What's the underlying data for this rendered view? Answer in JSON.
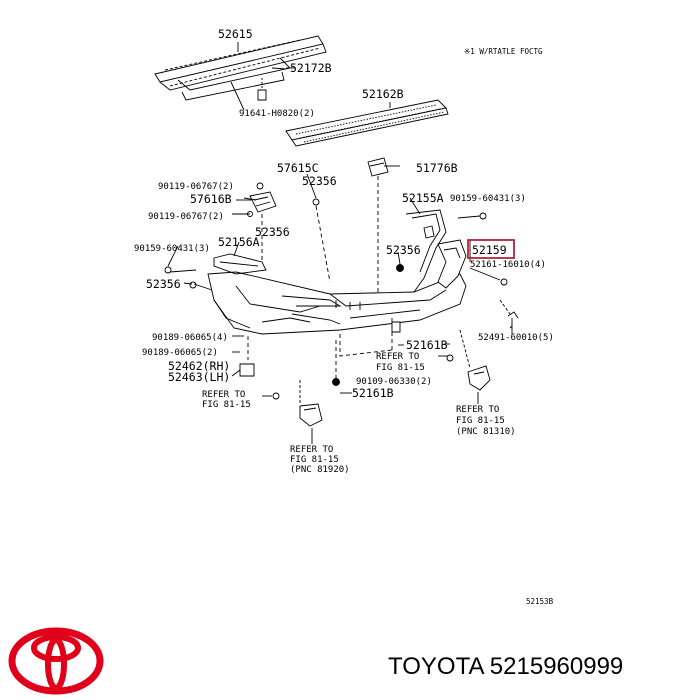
{
  "header_note": "※1 W/RTATLE FOCTG",
  "labels": {
    "l52615": "52615",
    "l52172B": "52172B",
    "l91641": "91641-H0820(2)",
    "l52162B": "52162B",
    "l57615C": "57615C",
    "l51776B": "51776B",
    "l90119a": "90119-06767(2)",
    "l52356a": "52356",
    "l57616B": "57616B",
    "l52155A": "52155A",
    "l90159b": "90159-60431(3)",
    "l90119b": "90119-06767(2)",
    "l52356b": "52356",
    "l52156A": "52156A",
    "l90159a": "90159-60431(3)",
    "l52356c": "52356",
    "l52159": "52159",
    "l52161_16010": "52161-16010(4)",
    "l52356d": "52356",
    "l52491": "52491-60010(5)",
    "l90189a": "90189-06065(4)",
    "l90189b": "90189-06065(2)",
    "l52161B_upper": "52161B",
    "l52462": "52462(RH)",
    "l52463": "52463(LH)",
    "ref_mid_1": "REFER TO",
    "ref_mid_2": "FIG 81-15",
    "l90109": "90109-06330(2)",
    "ref_left_1": "REFER TO",
    "ref_left_2": "FIG 81-15",
    "l52161B_lower": "52161B",
    "ref_right_1": "REFER TO",
    "ref_right_2": "FIG 81-15",
    "ref_right_3": "(PNC 81310)",
    "ref_bottom_1": "REFER TO",
    "ref_bottom_2": "FIG 81-15",
    "ref_bottom_3": "(PNC 81920)",
    "figure_code": "52153B"
  },
  "caption": "TOYOTA 5215960999",
  "colors": {
    "highlight_box": "#b0243c",
    "logo_red": "#e0001b",
    "line": "#000000"
  },
  "icons": {
    "logo": "toyota-logo-icon"
  }
}
